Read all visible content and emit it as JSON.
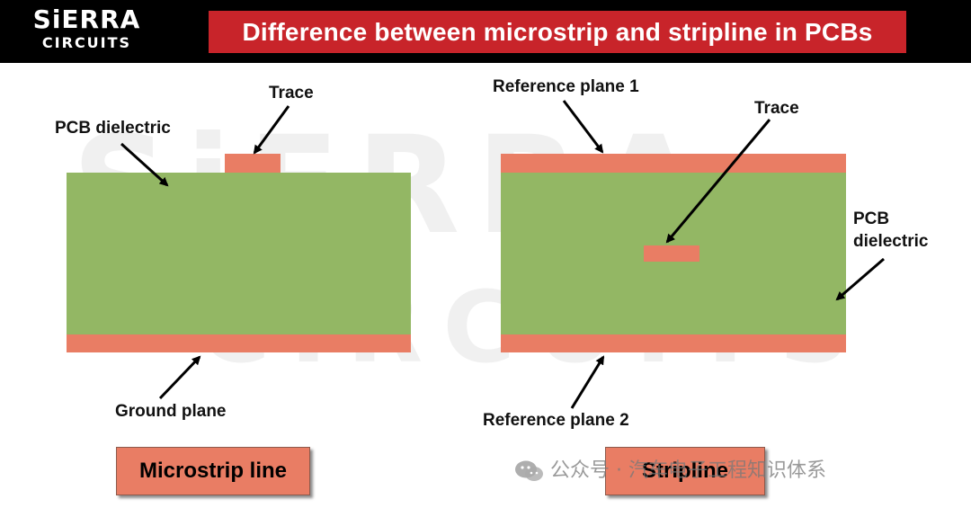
{
  "header": {
    "logo_top": "SiERRA",
    "logo_bottom": "CIRCUITS",
    "title": "Difference between microstrip and stripline in PCBs"
  },
  "watermark": {
    "line1": "SiERRA",
    "line2": "CIRCUITS"
  },
  "microstrip": {
    "labels": {
      "trace": "Trace",
      "dielectric": "PCB dielectric",
      "ground": "Ground plane"
    },
    "button": "Microstrip line"
  },
  "stripline": {
    "labels": {
      "ref1": "Reference plane 1",
      "trace": "Trace",
      "dielectric_line1": "PCB",
      "dielectric_line2": "dielectric",
      "ref2": "Reference plane 2"
    },
    "button": "Stripline"
  },
  "footer": {
    "wechat_text": "公众号 · 汽车电子工程知识体系"
  },
  "colors": {
    "copper": "#e97d64",
    "dielectric": "#8db35c",
    "title_red": "#c8242a",
    "header_black": "#000000"
  }
}
